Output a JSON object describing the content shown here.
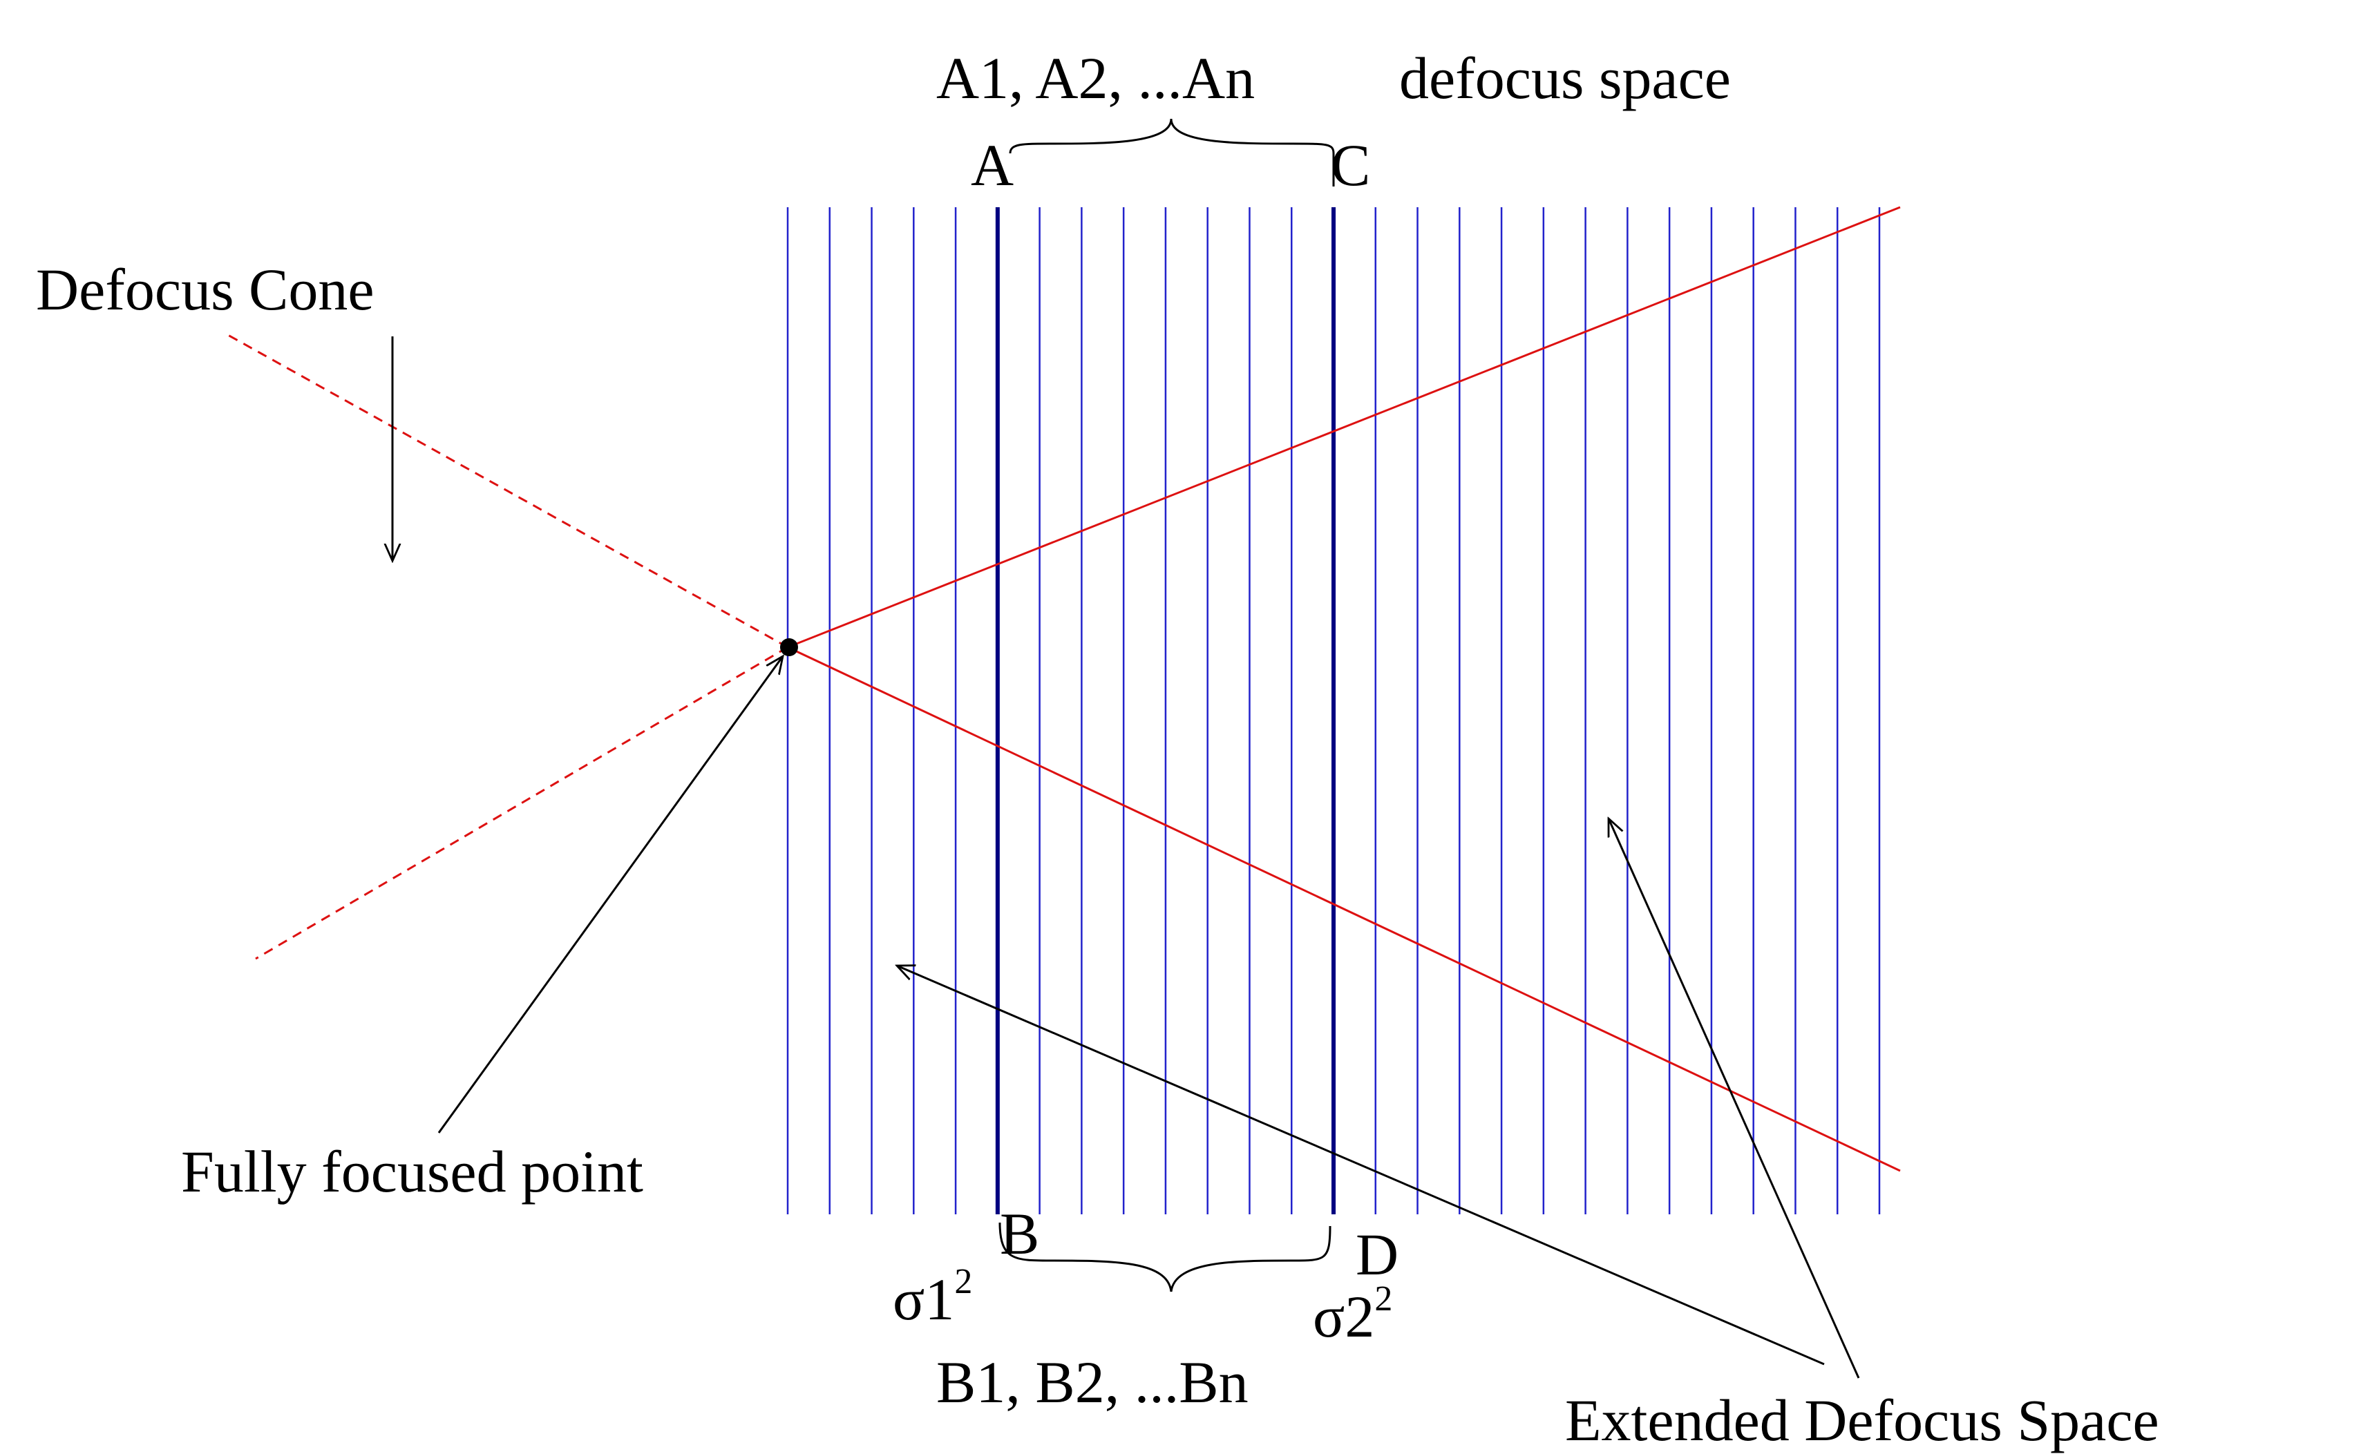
{
  "labels": {
    "top_set": "A1, A2, ...An",
    "top_space": "defocus space",
    "point_a": "A",
    "point_c": "C",
    "point_b": "B",
    "point_d": "D",
    "cone": "Defocus Cone",
    "focused": "Fully focused point",
    "sigma1_base": "σ1",
    "sigma1_exp": "2",
    "sigma2_base": "σ2",
    "sigma2_exp": "2",
    "bottom_set": "B1, B2, ...Bn",
    "extended": "Extended Defocus Space"
  },
  "colors": {
    "grid_line": "#2222cc",
    "highlight_line": "#000080",
    "cone": "#dd1111",
    "ink": "#000000"
  },
  "grid": {
    "line_count": 27,
    "highlighted_lines": [
      5,
      13
    ]
  }
}
